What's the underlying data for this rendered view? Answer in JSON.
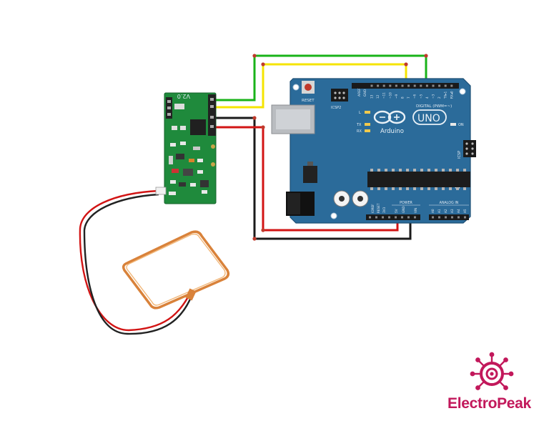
{
  "diagram": {
    "module": {
      "version_label": "V2.0"
    },
    "arduino": {
      "board_name": "UNO",
      "brand": "Arduino",
      "reset_label": "RESET",
      "icsp2_label": "ICSP2",
      "icsp_label": "ICSP",
      "digital_label": "DIGITAL (PWM=~)",
      "on_label": "ON",
      "led_l": "L",
      "led_tx": "TX",
      "led_rx": "RX",
      "power_label": "POWER",
      "analog_label": "ANALOG IN",
      "aref_label": "AREF",
      "gnd_label": "GND",
      "ioref_label": "IOREF",
      "reset_pin_label": "RESET",
      "v33_label": "3V3",
      "v5_label": "5V",
      "vin_label": "VIN",
      "digital_pins": [
        "13",
        "12",
        "~11",
        "~10",
        "~9",
        "8",
        "7",
        "~6",
        "~5",
        "4",
        "~3",
        "2",
        "TX▸1",
        "RX◂0"
      ],
      "analog_pins": [
        "A0",
        "A1",
        "A2",
        "A3",
        "A4",
        "A5"
      ]
    },
    "wire_colors": {
      "green": "#19b319",
      "yellow": "#f5e400",
      "red": "#d21414",
      "black": "#1a1a1a"
    }
  },
  "branding": {
    "logo_text": "ElectroPeak",
    "color": "#c2185b"
  }
}
